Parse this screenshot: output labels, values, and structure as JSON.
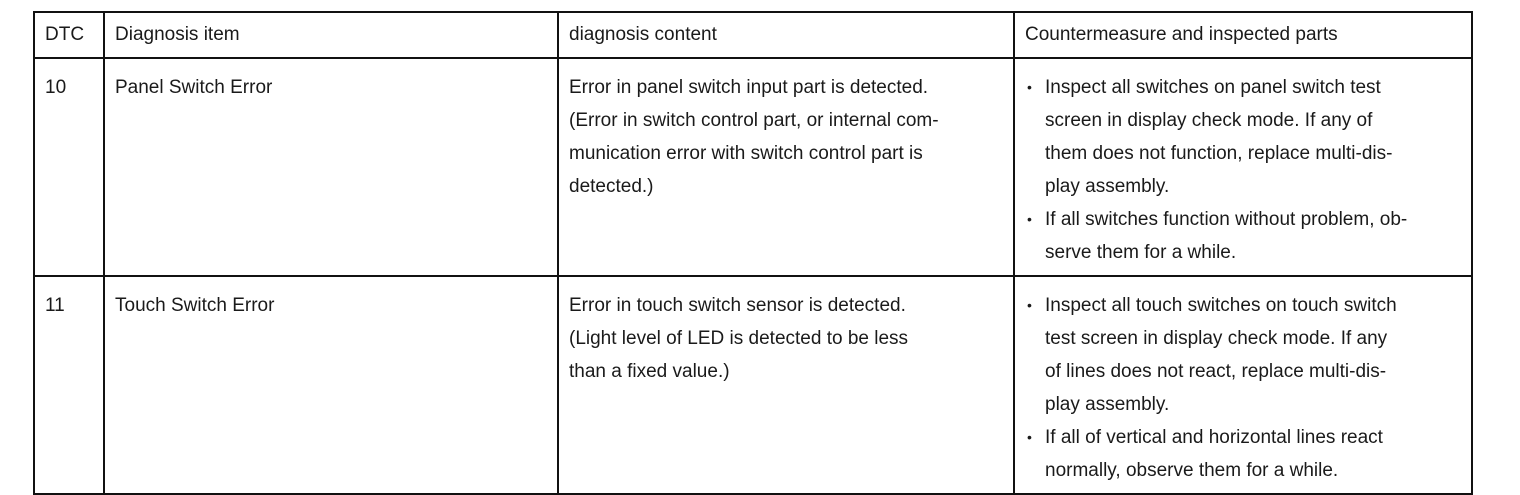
{
  "table": {
    "headers": {
      "dtc": "DTC",
      "item": "Diagnosis item",
      "content": "diagnosis content",
      "counter": "Countermeasure and inspected parts"
    },
    "rows": [
      {
        "dtc": "10",
        "item": "Panel Switch Error",
        "content_lines": [
          "Error in panel switch input part is detected.",
          "(Error in switch control part, or internal com-",
          "munication error with switch control part is",
          "detected.)"
        ],
        "counter": [
          {
            "lines": [
              "Inspect all switches on panel switch test",
              "screen in display check mode. If any of",
              "them does not function, replace multi-dis-",
              "play assembly."
            ]
          },
          {
            "lines": [
              "If all switches function without problem, ob-",
              "serve them for a while."
            ]
          }
        ]
      },
      {
        "dtc": "11",
        "item": "Touch Switch Error",
        "content_lines": [
          "Error in touch switch sensor is detected.",
          "(Light level  of LED is detected to be less",
          "than a fixed value.)"
        ],
        "counter": [
          {
            "lines": [
              "Inspect all touch switches on touch switch",
              "test screen in display check mode. If any",
              "of lines does not react, replace multi-dis-",
              "play assembly."
            ]
          },
          {
            "lines": [
              "If all of vertical and horizontal lines react",
              "normally, observe them for a while."
            ]
          }
        ]
      }
    ],
    "bullet_symbol": "•"
  }
}
